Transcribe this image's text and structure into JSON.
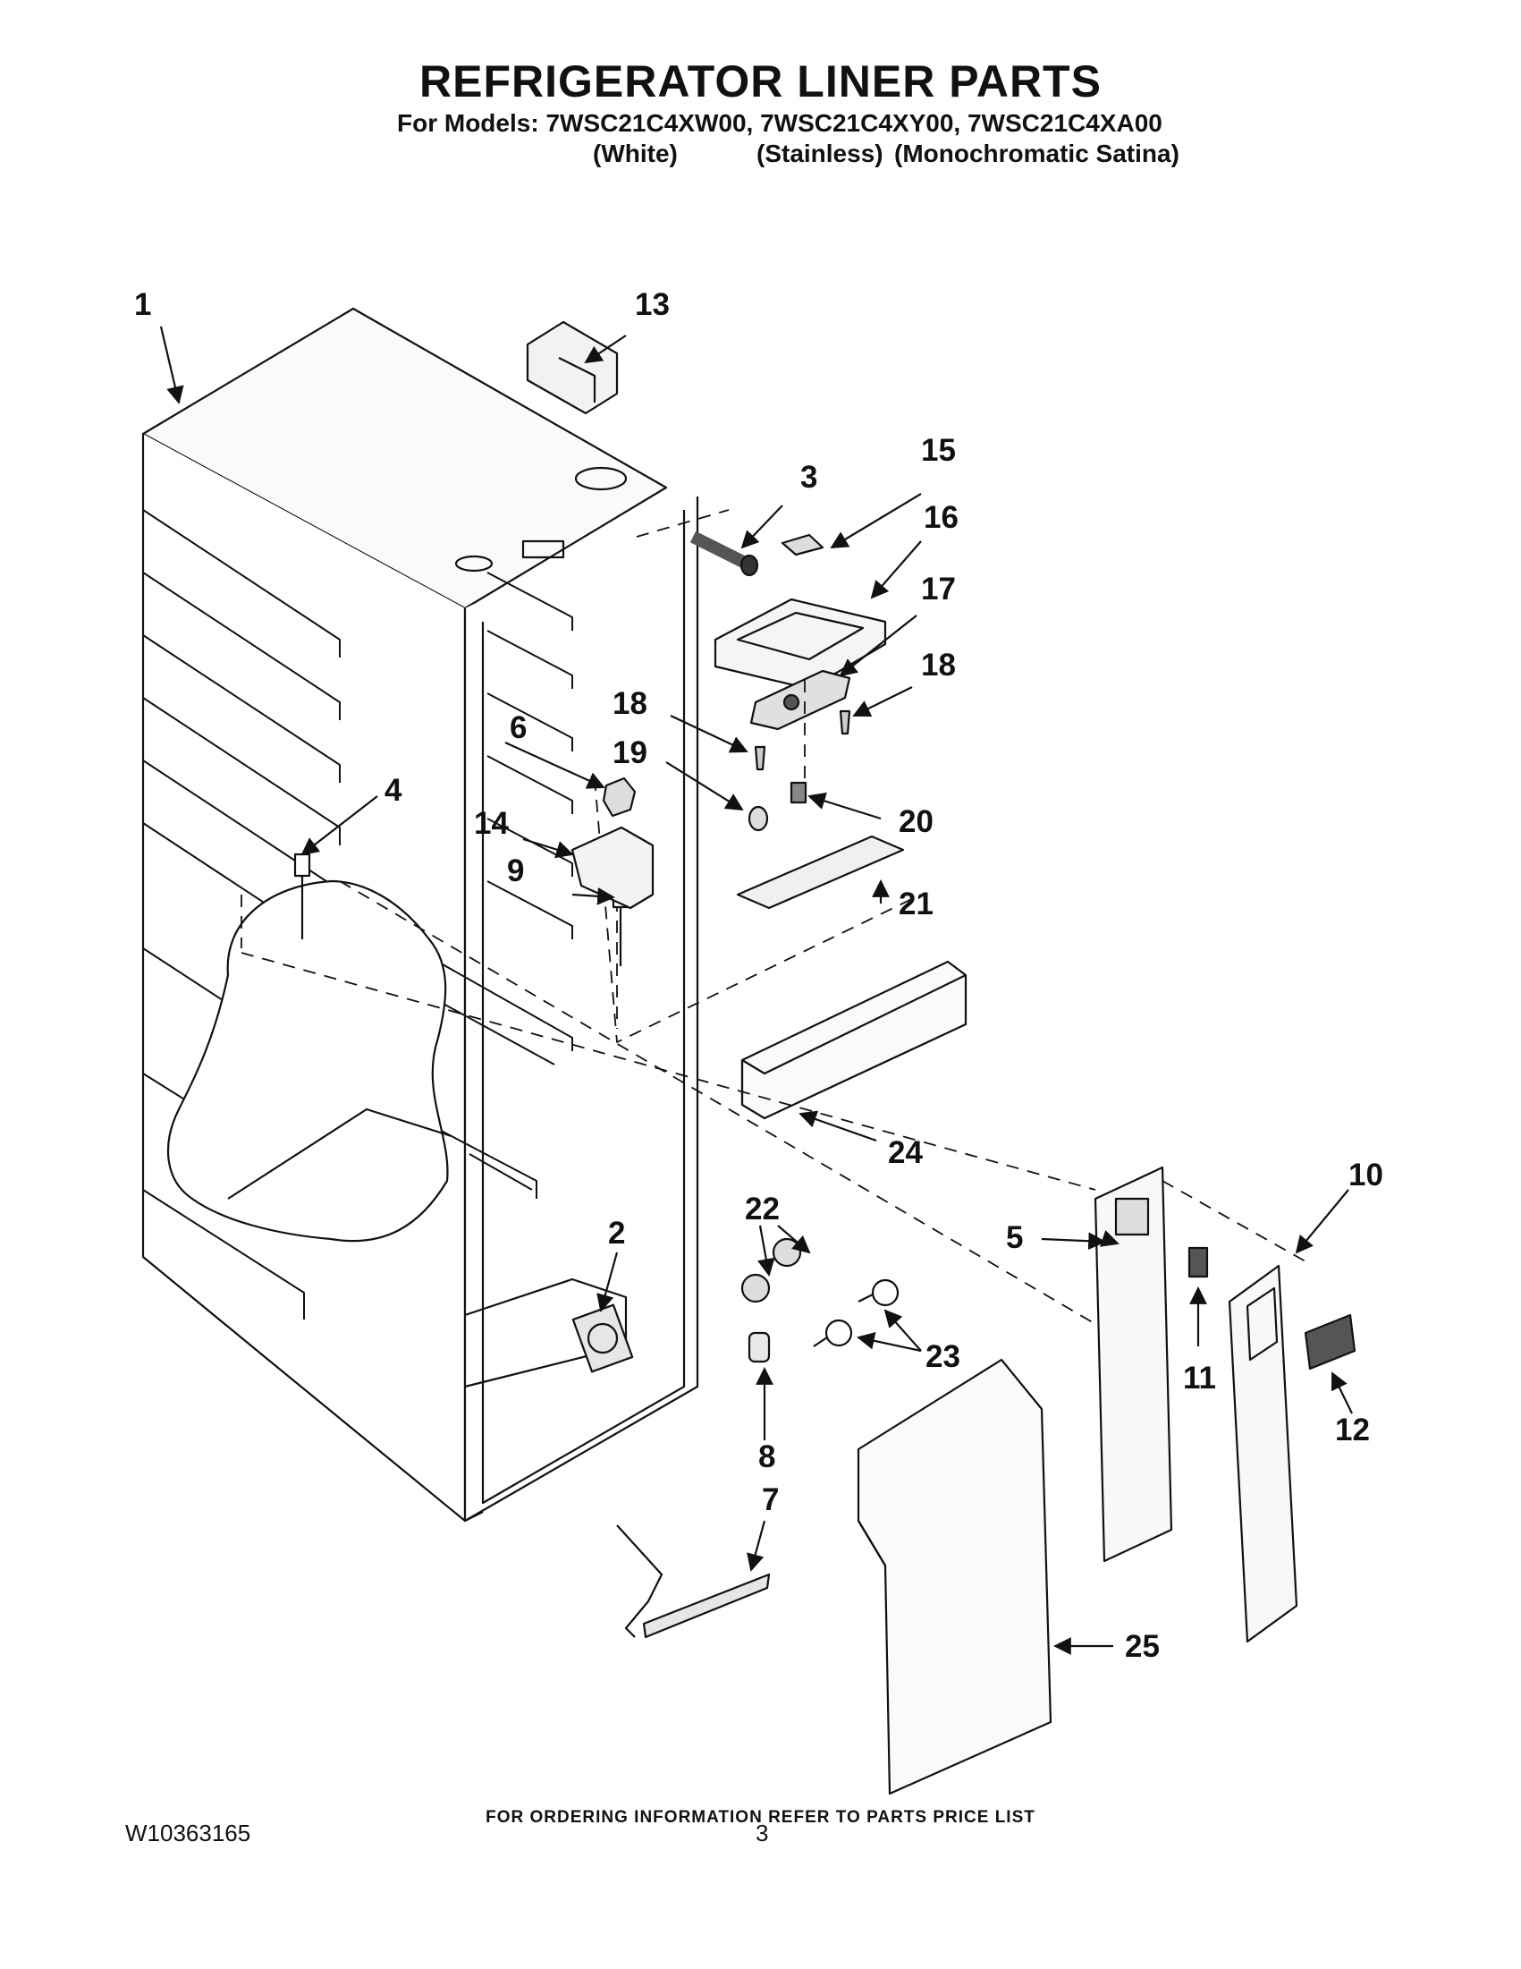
{
  "header": {
    "title": "REFRIGERATOR LINER PARTS",
    "models_line": "For Models: 7WSC21C4XW00, 7WSC21C4XY00, 7WSC21C4XA00",
    "variants": [
      "(White)",
      "(Stainless)",
      "(Monochromatic Satina)"
    ]
  },
  "callouts": [
    "1",
    "2",
    "3",
    "4",
    "5",
    "6",
    "7",
    "8",
    "9",
    "10",
    "11",
    "12",
    "13",
    "14",
    "15",
    "16",
    "17",
    "18",
    "18",
    "19",
    "20",
    "21",
    "22",
    "23",
    "24",
    "25"
  ],
  "footer": {
    "ordering_note": "FOR ORDERING INFORMATION REFER TO PARTS PRICE LIST",
    "doc_number": "W10363165",
    "page_number": "3"
  }
}
